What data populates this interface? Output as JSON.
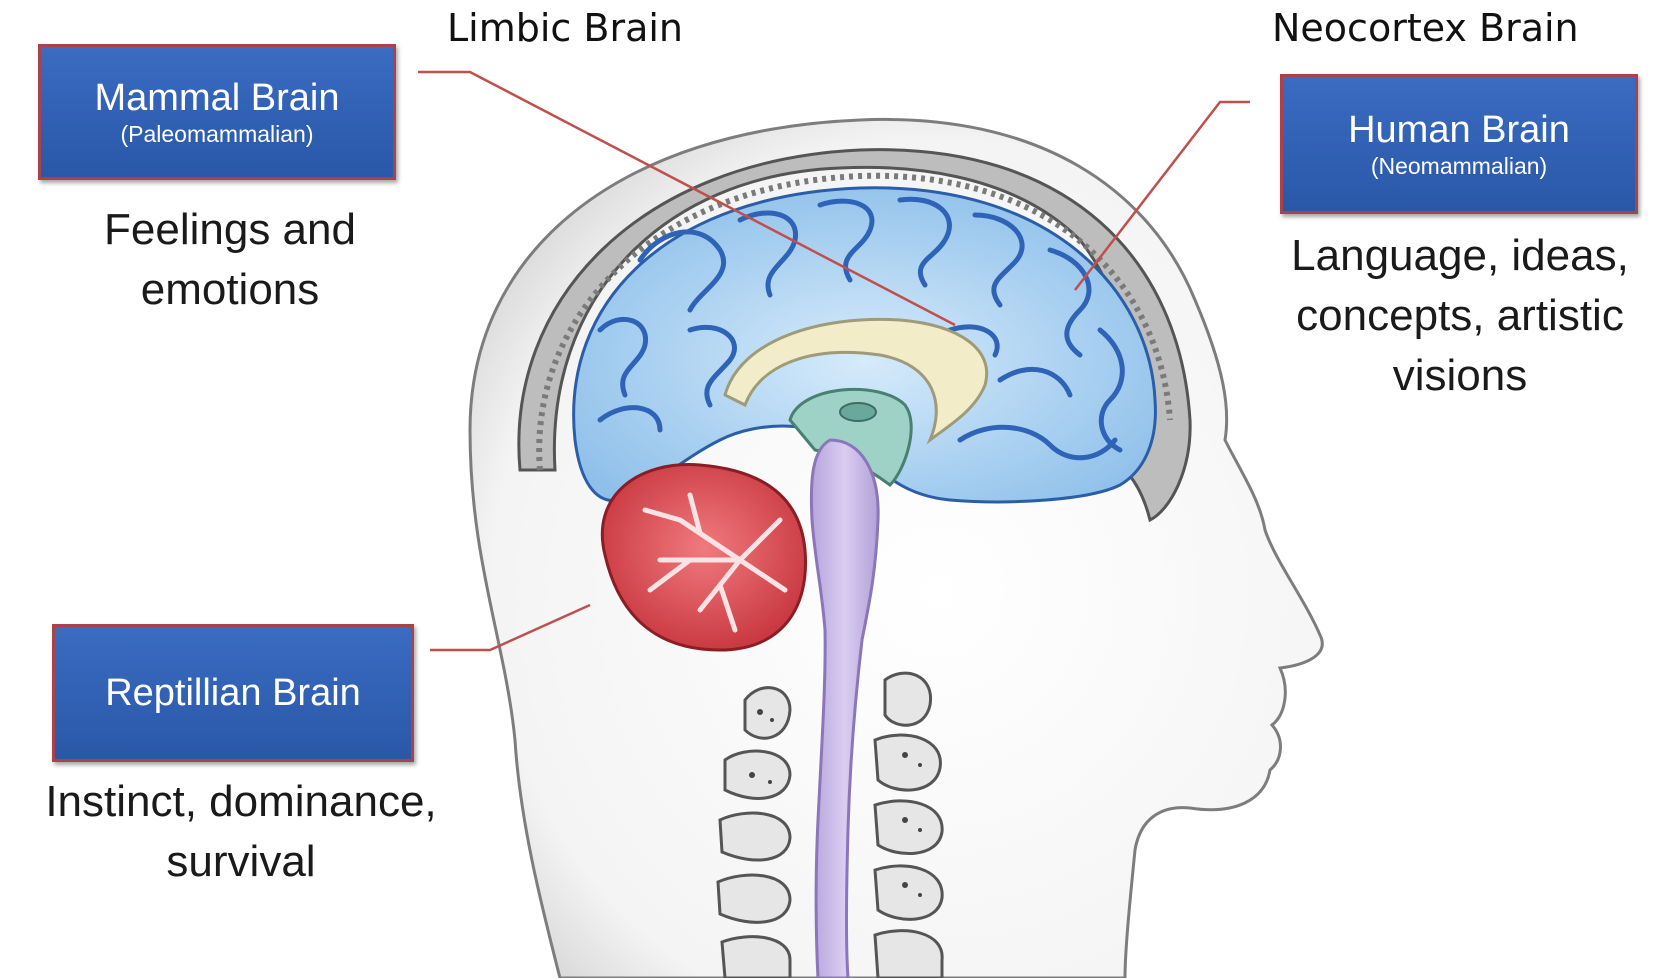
{
  "labels": {
    "limbic": "Limbic Brain",
    "neocortex": "Neocortex Brain"
  },
  "boxes": {
    "mammal": {
      "title": "Mammal Brain",
      "subtitle": "(Paleomammalian)"
    },
    "human": {
      "title": "Human Brain",
      "subtitle": "(Neomammalian)"
    },
    "reptilian": {
      "title": "Reptillian Brain"
    }
  },
  "descriptions": {
    "mammal": [
      "Feelings and",
      "emotions"
    ],
    "human": [
      "Language, ideas,",
      "concepts, artistic",
      "visions"
    ],
    "reptilian": [
      "Instinct, dominance,",
      "survival"
    ]
  },
  "colors": {
    "box_fill": "#2f5fb3",
    "box_border": "#a9424a",
    "leader_line": "#c0504d",
    "cortex": "#a9cfee",
    "cerebellum": "#d9444c",
    "brainstem": "#c9b8e6",
    "corpus_callosum": "#f2ecc8"
  }
}
